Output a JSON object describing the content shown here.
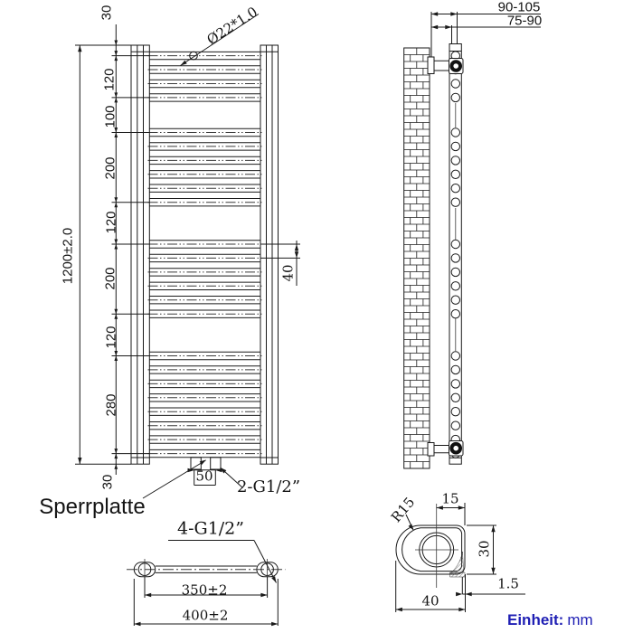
{
  "drawing": {
    "front": {
      "overall_height": "1200±2.0",
      "segments": [
        "30",
        "120",
        "100",
        "200",
        "120",
        "200",
        "120",
        "280",
        "30"
      ],
      "tube_spec": "Ø22*1.0",
      "rung_pitch": "40",
      "connection_pitch": "50",
      "connection_spec": "2-G1/2”",
      "blocking_plate_label": "Sperrplatte"
    },
    "side": {
      "wall_distance_outer": "90-105",
      "wall_distance_inner": "75-90"
    },
    "top": {
      "connection_spec": "4-G1/2”",
      "connection_pitch": "350±2",
      "overall_width": "400±2"
    },
    "detail": {
      "corner_radius": "R15",
      "flat_width": "15",
      "profile_height": "30",
      "wall_thickness": "1.5",
      "profile_depth": "40"
    },
    "footer": {
      "unit_label": "Einheit:",
      "unit_value": "mm"
    }
  },
  "colors": {
    "line": "#1a1a1a",
    "centerline": "#3a3a3a",
    "unit_blue": "#1f1fb4"
  }
}
